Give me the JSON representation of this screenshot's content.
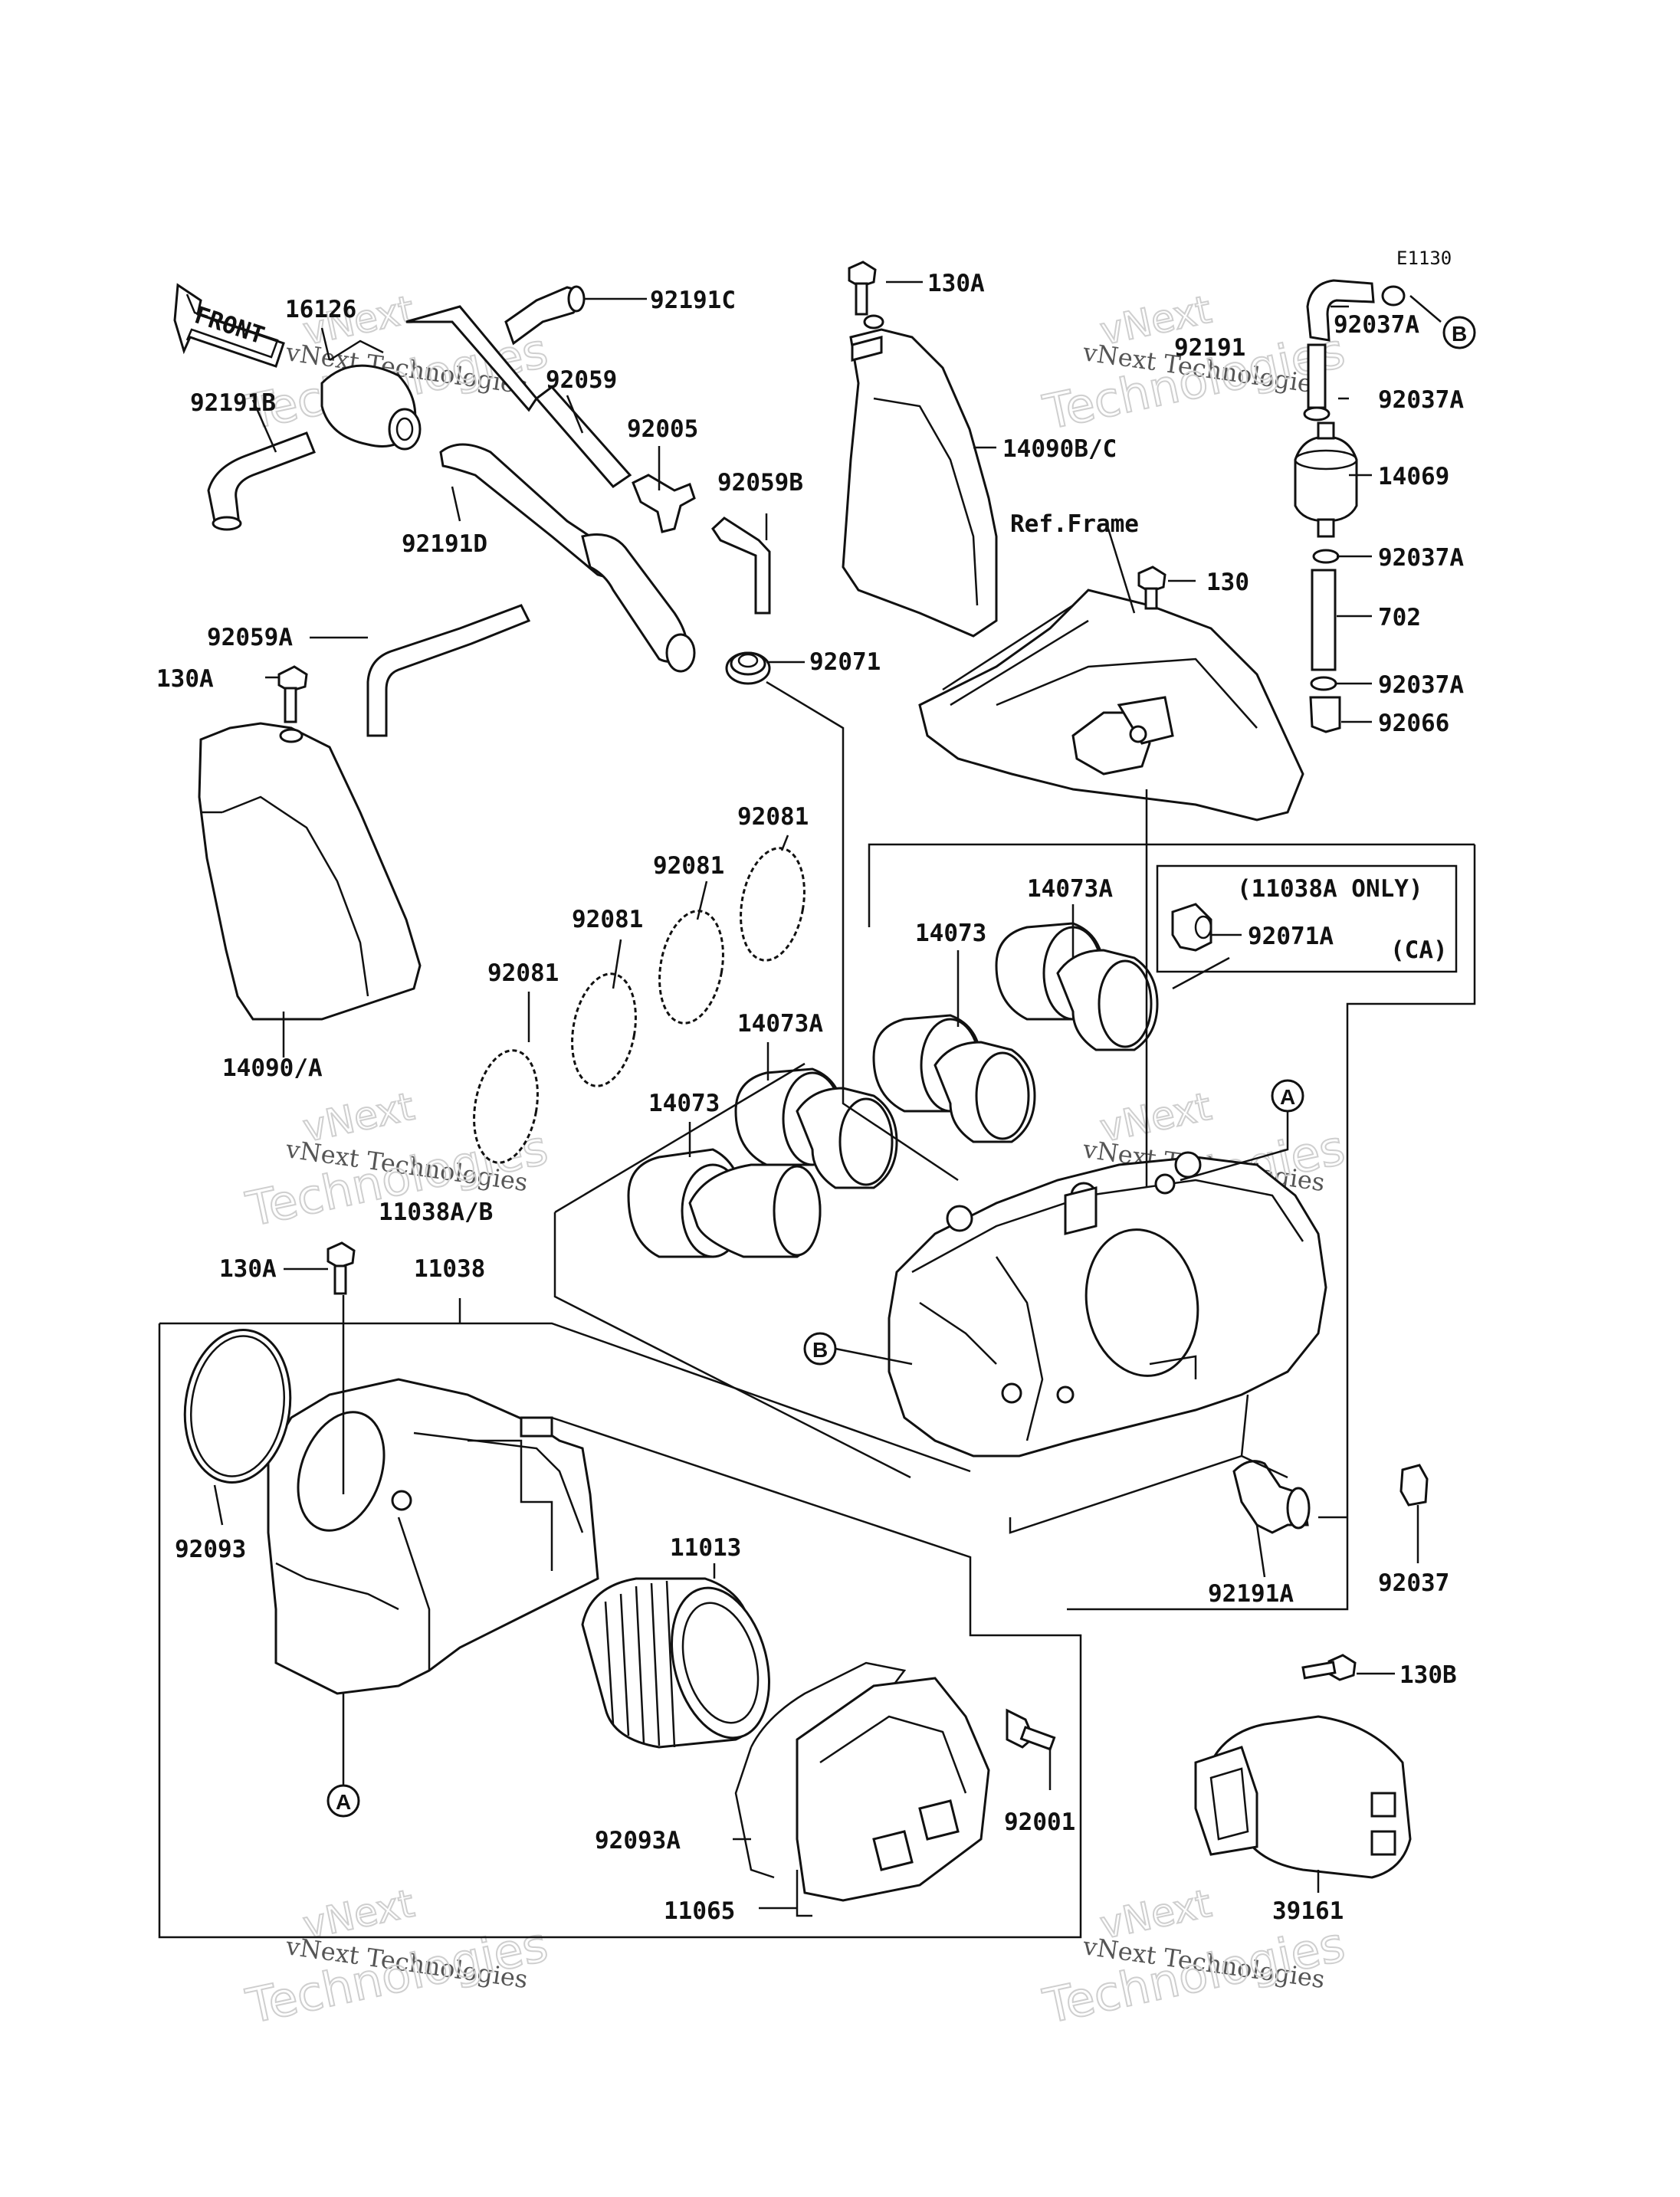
{
  "diagram_code": "E1130",
  "front_arrow": "FRONT",
  "ref_frame": "Ref.Frame",
  "note_only": "(11038A ONLY)",
  "note_ca": "(CA)",
  "callouts": {
    "a": "A",
    "b": "B"
  },
  "watermark": {
    "line1": "vNext Technologies",
    "line2": "vNext",
    "line3": "Technologies"
  },
  "labels": {
    "p16126": "16126",
    "p92191C": "92191C",
    "p92191B": "92191B",
    "p92059": "92059",
    "p92005": "92005",
    "p92059B": "92059B",
    "p92191D": "92191D",
    "p92059A": "92059A",
    "p92071": "92071",
    "p130A_top": "130A",
    "p14090BC": "14090B/C",
    "p130A_left": "130A",
    "p14090A": "14090/A",
    "p92081_1": "92081",
    "p92081_2": "92081",
    "p92081_3": "92081",
    "p92081_4": "92081",
    "p14073A_1": "14073A",
    "p14073_1": "14073",
    "p14073A_2": "14073A",
    "p14073_2": "14073",
    "p11038AB": "11038A/B",
    "p130A_mid": "130A",
    "p11038": "11038",
    "p92093": "92093",
    "p11013": "11013",
    "p92001": "92001",
    "p92093A": "92093A",
    "p11065": "11065",
    "p39161": "39161",
    "p130B": "130B",
    "p92191A": "92191A",
    "p92037": "92037",
    "p92191": "92191",
    "p92037A_1": "92037A",
    "p92037A_2": "92037A",
    "p14069": "14069",
    "p92037A_3": "92037A",
    "p702": "702",
    "p92037A_4": "92037A",
    "p92066": "92066",
    "p130": "130",
    "p92071A": "92071A"
  }
}
